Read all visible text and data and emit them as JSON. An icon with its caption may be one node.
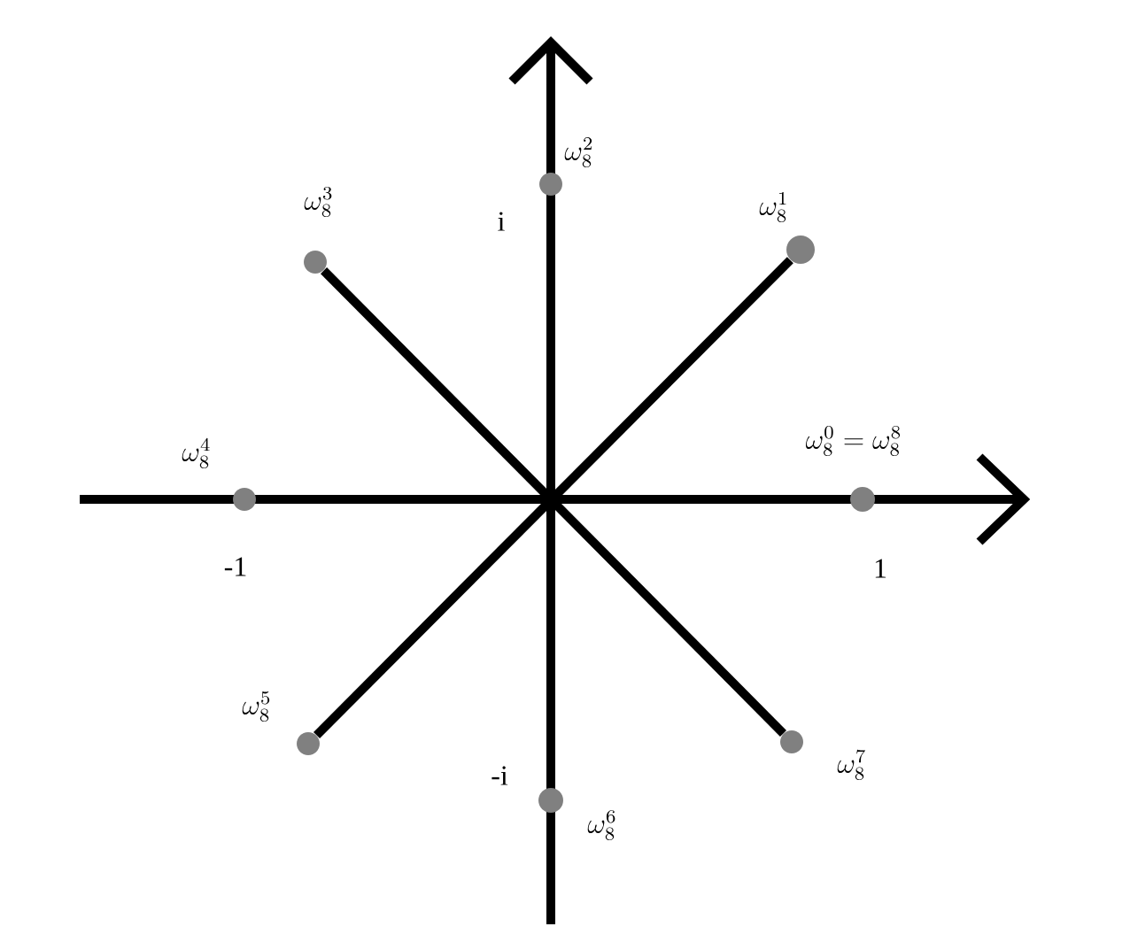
{
  "diagram": {
    "nodes": [
      {
        "text": [],
        "shape": "circle",
        "beside": [
          "\\omega_8^2"
        ]
      },
      {
        "text": [],
        "shape": "circle",
        "beside": [
          "\\omega_8^3"
        ]
      },
      {
        "text": [],
        "shape": "circle",
        "beside": [
          "\\omega_8^1"
        ]
      },
      {
        "text": [],
        "shape": "circle",
        "beside": [
          "\\omega_8^4"
        ]
      },
      {
        "text": [],
        "shape": "circle",
        "beside": [
          "\\omega_8^0 = \\omega_8^8"
        ]
      },
      {
        "text": [],
        "shape": "circle",
        "beside": [
          "\\omega_8^5"
        ]
      },
      {
        "text": [],
        "shape": "circle",
        "beside": [
          "\\omega_8^7"
        ]
      },
      {
        "text": [],
        "shape": "circle",
        "beside": [
          "\\omega_8^6"
        ]
      }
    ],
    "edges": [
      {
        "from": 1,
        "to": 6,
        "arrow": "none"
      },
      {
        "from": 2,
        "to": 5,
        "arrow": "none"
      }
    ],
    "labels": [
      "i",
      "-1",
      "1",
      "-i"
    ]
  }
}
